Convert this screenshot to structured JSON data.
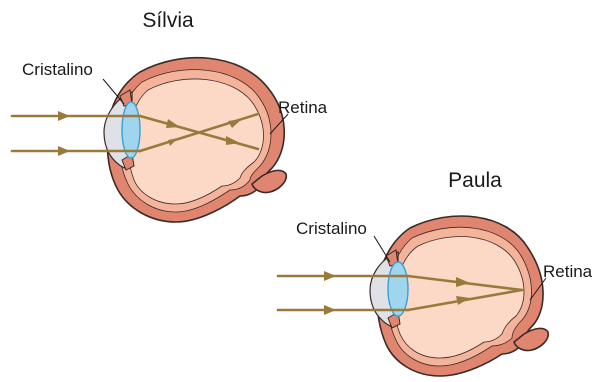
{
  "diagram": {
    "eye_silvia": {
      "title": "Sílvia",
      "lens_label": "Cristalino",
      "retina_label": "Retina"
    },
    "eye_paula": {
      "title": "Paula",
      "lens_label": "Cristalino",
      "retina_label": "Retina"
    },
    "colors": {
      "sclera_outer": "#e08670",
      "sclera_inner": "#f4b49b",
      "eye_interior": "#fbd9c6",
      "cornea_fill": "#dfe1e6",
      "lens_fill": "#9fd6ee",
      "lens_stroke": "#3aa0d2",
      "ray": "#9a7a3c",
      "outline": "#3a2a26"
    },
    "icons": {
      "ray_arrow": "arrowhead-icon"
    }
  }
}
